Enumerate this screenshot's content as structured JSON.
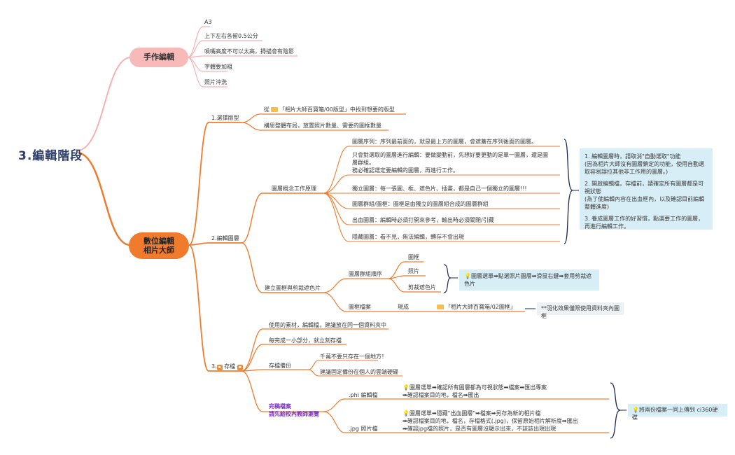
{
  "root": "3.編輯階段",
  "manual": {
    "title": "手作編輯",
    "items": [
      "A3",
      "上下左右各留0.5公分",
      "噴嘴高度不可以太高，掃描會有陰影",
      "字體要加粗",
      "照片沖洗"
    ]
  },
  "digital": {
    "title_line1": "數位編輯",
    "title_line2": "相片大師",
    "s1": {
      "label": "1.選擇版型",
      "item1_pre": "從",
      "item1_post": "「相片大師百寶箱/00版型」中找到想要的版型",
      "item2": "構思整體布局，放置照片數量、需要的圖框數量"
    },
    "s2": {
      "label": "2.編輯圖層",
      "concept_label": "圖層概念工作原理",
      "concepts": [
        "圖層序列：序列最前面的，就是最上方的圖層，會遮蓋在序列後面的圖層。",
        "只會對選取的圖層進行編輯：要做變動前，先想好要更動的是單一圖層，還是圖層群組。",
        "務必確認選定要編輯的圖層，再進行工作。",
        "獨立圖層：每一張圖、框、遮色片、插畫，都是自己一個獨立的圖層!!!",
        "圖層群組/圖框：圖框是由獨立的圖層組合成的圖層群組",
        "出血圖層：編輯時必須打開來參考，輸出時必須關閉/引藏",
        "隱藏圖層：看不見，無法編輯，轉存不會出現"
      ],
      "notes": [
        "1. 編輯圖層時，請取消\"自動選取\"功能",
        "(因為相片大師沒有圖層鎖定的功能，使用自動選取容易誤拉其他非工作用的圖層。)",
        "2. 開啟編輯檔，存檔前，請確定所有圖層都是可視狀態",
        "(為了使編輯內容在出血框內，以及確認目前編輯整體進度)",
        "3. 養成圖層工作的好習慣，點選要工作的圖層，再進行編輯工作。"
      ],
      "frame_label": "建立圖框與剪裁遮色片",
      "order_label": "圖層群組順序",
      "order_items": [
        "圖框",
        "照片",
        "剪裁遮色片"
      ],
      "order_tip": "圖層選單➡點選照片圖層➡滑鼠右鍵➡套用剪裁遮色片",
      "file_label": "圖框檔案",
      "ready_label": "現成",
      "ready_path": "「相片大師百寶箱/02圖框」",
      "ready_note": "**羽化效果僅限使用資料夾內圖框"
    },
    "s3": {
      "label": "3.",
      "label_suffix": "存檔",
      "items": [
        "使用的素材，編輯檔，建議放在同一個資料夾中",
        "每完成一小部分，就立刻存檔"
      ],
      "backup_label": "存檔備份",
      "backup_items": [
        "千萬不要只存在一個地方！",
        "建議固定備份在個人的雲端硬碟"
      ],
      "finish_line1": "完稿檔案",
      "finish_line2": "請先給校內教師瀏覽",
      "phi_label": ".phi 編輯檔",
      "phi_tip_line1": "圖層選單➡確認所有圖層都為可視狀態➡檔案➡匯出專案",
      "phi_tip_line2": "➡確認檔案目的地，檔名➡匯出",
      "jpg_label": ".jpg 照片檔",
      "jpg_tip_line1": "圖層選單➡隱藏\"出血圖層\"➡檔案➡另存為新的相片檔",
      "jpg_tip_line2": "➡確認檔案目的地，檔名，存檔格式(.jpg)，保留原始相片解析度➡匯出",
      "jpg_tip_line3": "➡確認jpg檔的照片，是否有圖層沒顯示出來，不該該出現出現",
      "upload_tip": "將兩份檔案一同上傳到 ci360硬碟"
    }
  }
}
